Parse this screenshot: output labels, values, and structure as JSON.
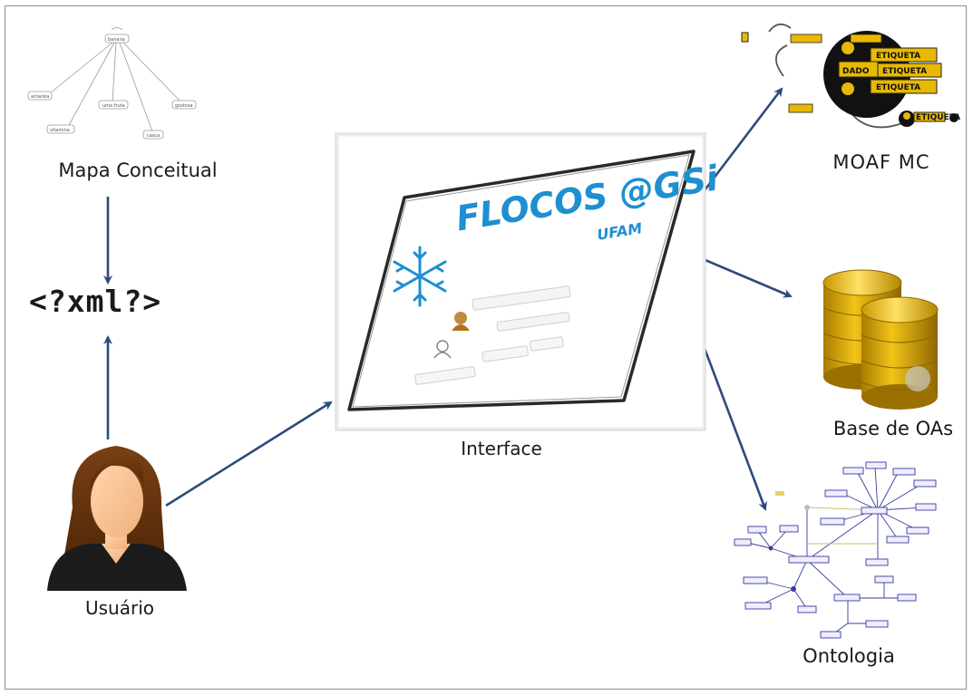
{
  "labels": {
    "mapa_conceitual": "Mapa Conceitual",
    "xml": "<?xml?>",
    "usuario": "Usuário",
    "interface": "Interface",
    "moaf_mc": "MOAF MC",
    "base_oas": "Base de OAs",
    "ontologia": "Ontologia"
  },
  "interface_card": {
    "title": "FLOCOS @GSi",
    "subtitle": "UFAM"
  },
  "moaf_diagram": {
    "center": "DADO",
    "tags": [
      "ETIQUETA",
      "ETIQUETA",
      "ETIQUETA",
      "ETIQUETA"
    ]
  },
  "colors": {
    "arrow": "#2e4a7d",
    "frame": "#8a8fa0",
    "gold": "#e8b900",
    "ontology": "#3a3aa0",
    "logo_blue": "#1e8fd0"
  },
  "icons": [
    "user-avatar-icon",
    "snowflake-icon",
    "database-icon",
    "concept-map-icon",
    "ontology-graph-icon"
  ]
}
